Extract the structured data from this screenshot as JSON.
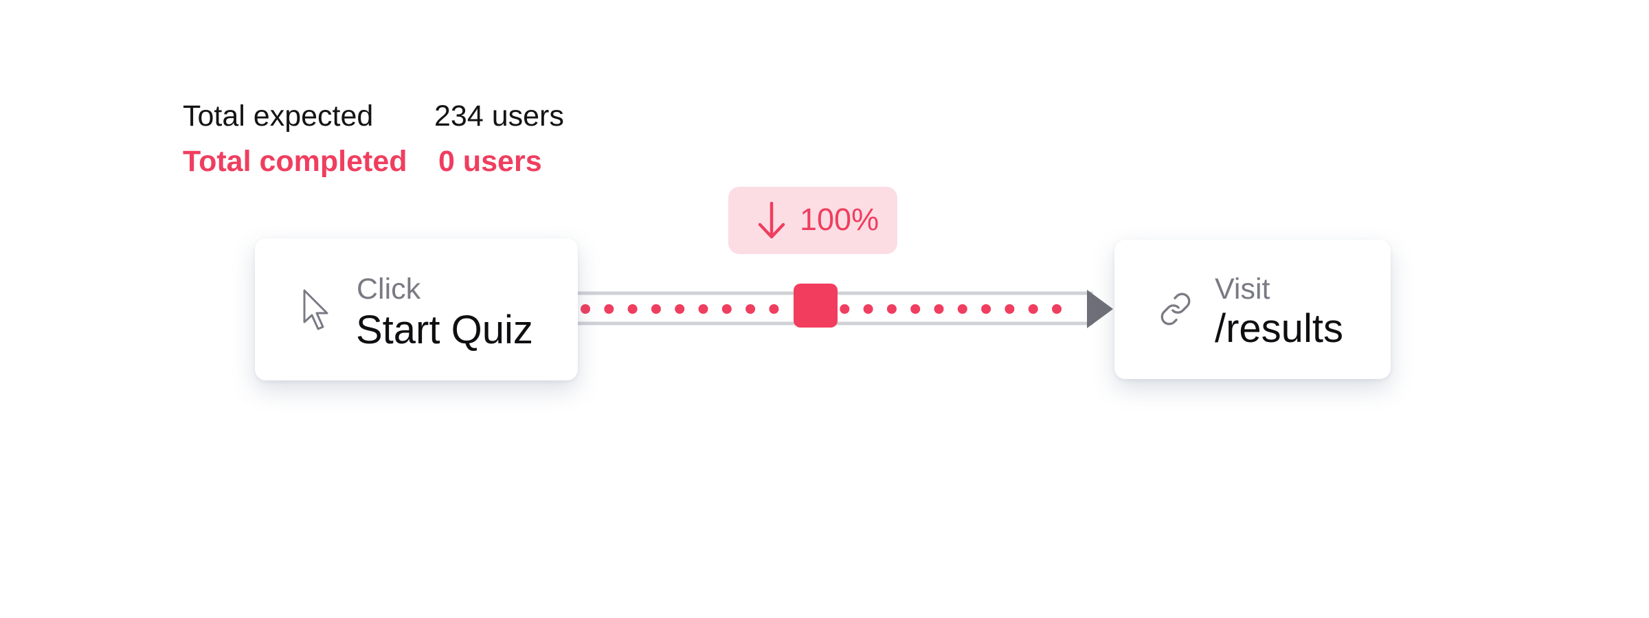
{
  "stats": {
    "expected": {
      "label": "Total expected",
      "value": "234 users"
    },
    "completed": {
      "label": "Total completed",
      "value": "0 users"
    }
  },
  "steps": [
    {
      "kind": "Click",
      "value": "Start Quiz",
      "icon": "cursor-icon"
    },
    {
      "kind": "Visit",
      "value": "/results",
      "icon": "link-icon"
    }
  ],
  "dropoff": {
    "value": "100%",
    "icon": "arrow-down-icon"
  },
  "colors": {
    "accent": "#ef3e5f",
    "badge_bg": "#fcdde4",
    "track": "#cfd1d6",
    "arrowhead": "#6e6f78",
    "muted_text": "#7a7a84"
  }
}
